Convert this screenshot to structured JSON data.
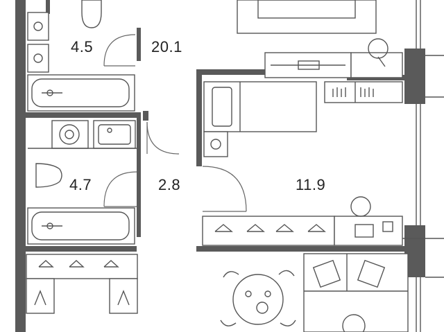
{
  "rooms": [
    {
      "id": "bathroom-upper",
      "area": "4.5"
    },
    {
      "id": "living-room",
      "area": "20.1"
    },
    {
      "id": "bathroom-lower",
      "area": "4.7"
    },
    {
      "id": "hallway",
      "area": "2.8"
    },
    {
      "id": "bedroom",
      "area": "11.9"
    }
  ],
  "colors": {
    "wall": "#5a5a5a",
    "line": "#555555",
    "background": "#ffffff"
  }
}
